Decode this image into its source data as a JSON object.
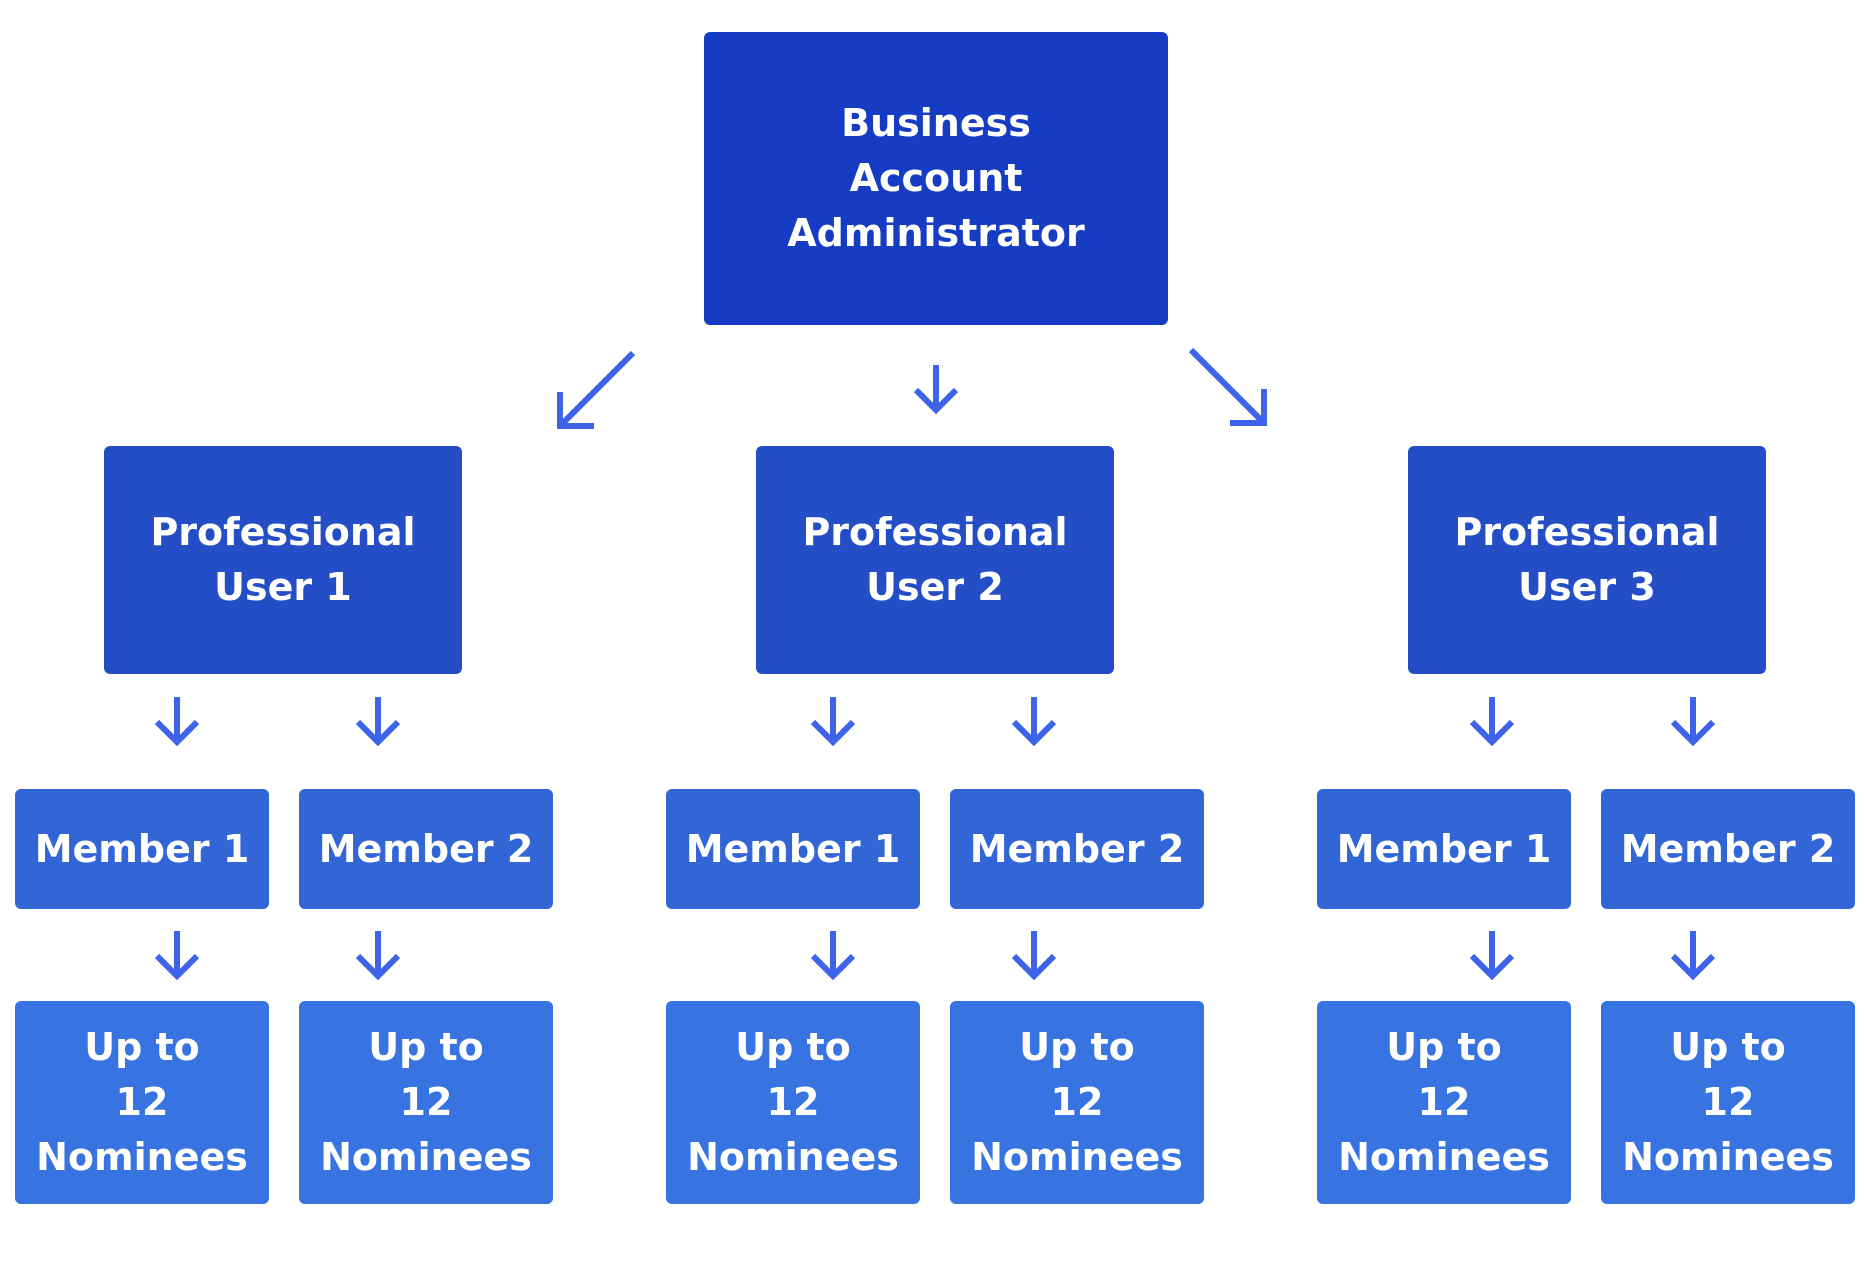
{
  "admin": {
    "label": "Business\nAccount\nAdministrator"
  },
  "users": [
    {
      "label": "Professional\nUser 1",
      "members": [
        {
          "label": "Member 1",
          "nominees": "Up to\n12\nNominees"
        },
        {
          "label": "Member 2",
          "nominees": "Up to\n12\nNominees"
        }
      ]
    },
    {
      "label": "Professional\nUser 2",
      "members": [
        {
          "label": "Member 1",
          "nominees": "Up to\n12\nNominees"
        },
        {
          "label": "Member 2",
          "nominees": "Up to\n12\nNominees"
        }
      ]
    },
    {
      "label": "Professional\nUser 3",
      "members": [
        {
          "label": "Member 1",
          "nominees": "Up to\n12\nNominees"
        },
        {
          "label": "Member 2",
          "nominees": "Up to\n12\nNominees"
        }
      ]
    }
  ],
  "colors": {
    "admin": "#163cc3",
    "user": "#234ec6",
    "member": "#3266d6",
    "nominee": "#3873e2",
    "arrow": "#3d63e8"
  }
}
